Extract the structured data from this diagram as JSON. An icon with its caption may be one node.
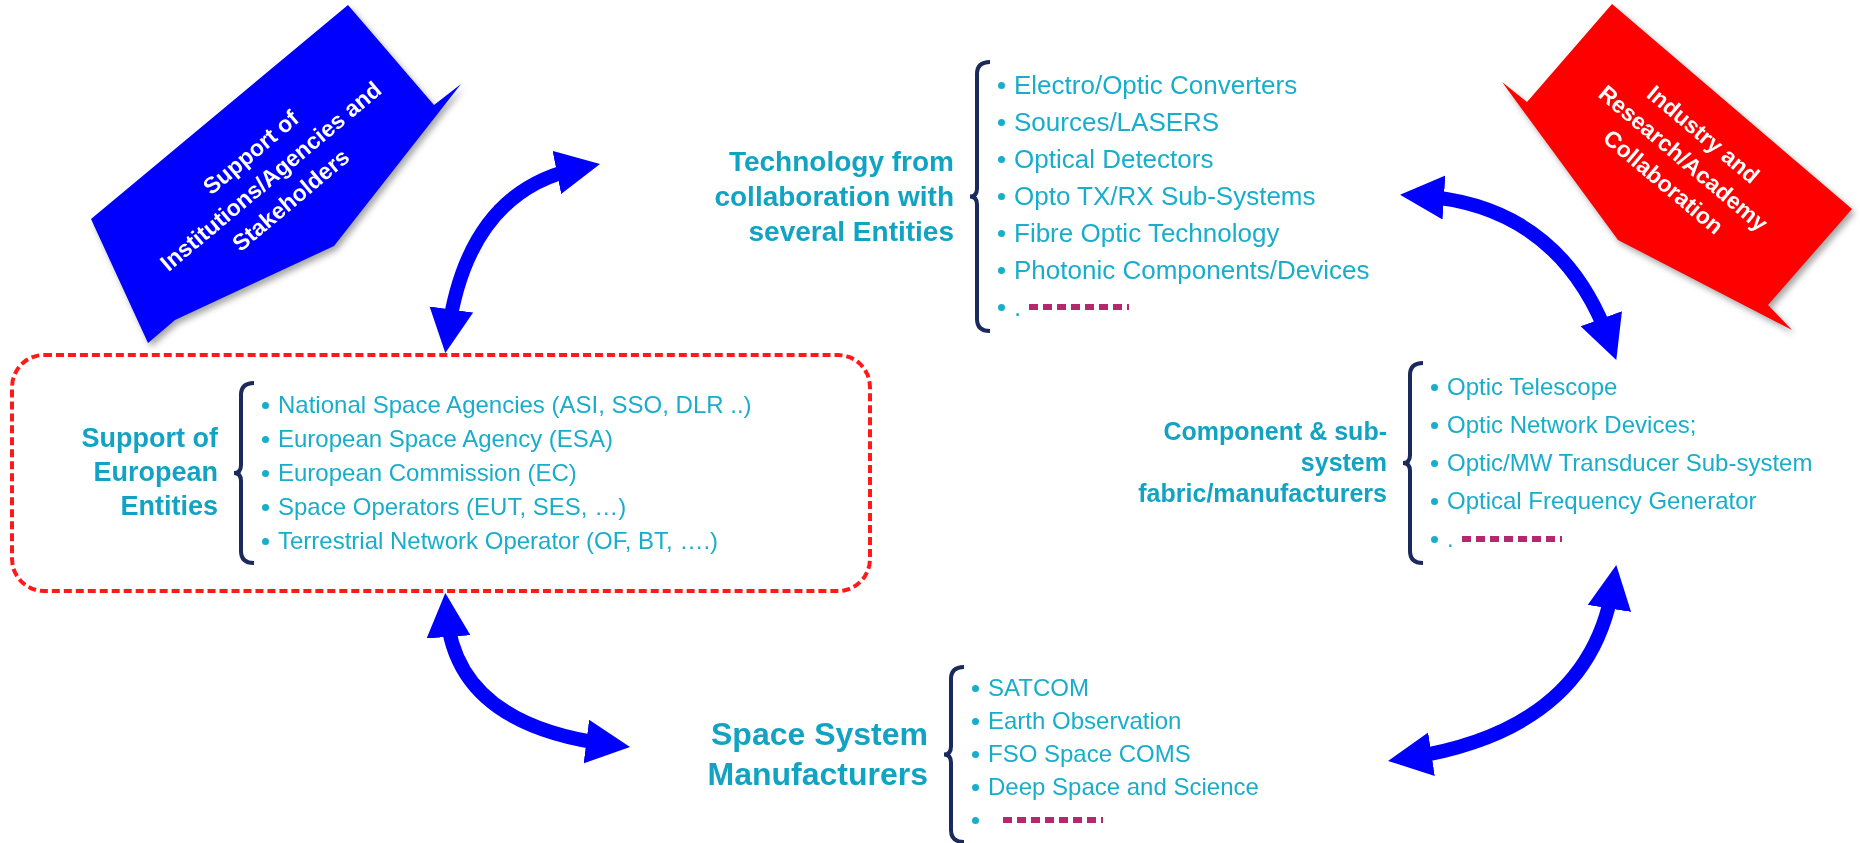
{
  "diagram": {
    "nodes": [
      {
        "text": [
          "Support of Institutions/Agencies and Stakeholders"
        ]
      },
      {
        "text": [
          "Technology from collaboration with several Entities",
          "Electro/Optic Converters",
          "Sources/LASERS",
          "Optical Detectors",
          "Opto TX/RX Sub-Systems",
          "Fibre Optic Technology",
          "Photonic Components/Devices",
          "."
        ]
      },
      {
        "text": [
          "Industry and Research/Academy Collaboration"
        ]
      },
      {
        "text": [
          "Support of European Entities",
          "National Space Agencies (ASI, SSO, DLR ..)",
          "European Space Agency (ESA)",
          "European Commission (EC)",
          "Space Operators (EUT, SES, …)",
          "Terrestrial Network Operator (OF, BT, ….)"
        ]
      },
      {
        "text": [
          "Component  & sub-system fabric/manufacturers",
          "Optic Telescope",
          "Optic Network Devices;",
          "Optic/MW Transducer Sub-system",
          "Optical Frequency Generator",
          "."
        ]
      },
      {
        "text": [
          "Space System Manufacturers",
          "SATCOM",
          "Earth Observation",
          "FSO Space COMS",
          "Deep Space and Science"
        ]
      }
    ],
    "edges": [
      {
        "from": 3,
        "to": 1,
        "arrow": "both"
      },
      {
        "from": 1,
        "to": 4,
        "arrow": "both"
      },
      {
        "from": 4,
        "to": 5,
        "arrow": "both"
      },
      {
        "from": 3,
        "to": 5,
        "arrow": "both"
      }
    ]
  }
}
